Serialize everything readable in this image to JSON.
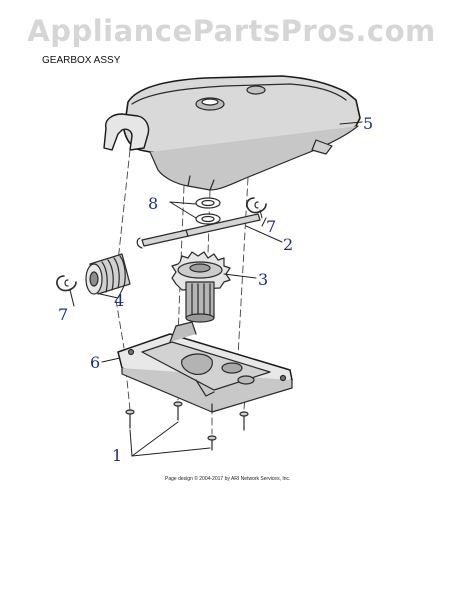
{
  "header": {
    "site_title": "AppliancePartsPros.com",
    "diagram_title": "GEARBOX ASSY"
  },
  "callouts": [
    {
      "id": "1",
      "label": "1"
    },
    {
      "id": "2",
      "label": "2"
    },
    {
      "id": "3",
      "label": "3"
    },
    {
      "id": "4",
      "label": "4"
    },
    {
      "id": "5",
      "label": "5"
    },
    {
      "id": "6",
      "label": "6"
    },
    {
      "id": "7a",
      "label": "7"
    },
    {
      "id": "7b",
      "label": "7"
    },
    {
      "id": "8",
      "label": "8"
    }
  ],
  "footer": {
    "copyright": "Page design © 2004-2017 by ARI Network Services, Inc."
  },
  "colors": {
    "callout_blue": "#1e2f7a",
    "line": "#333333",
    "watermark": "#d6d6d6"
  }
}
